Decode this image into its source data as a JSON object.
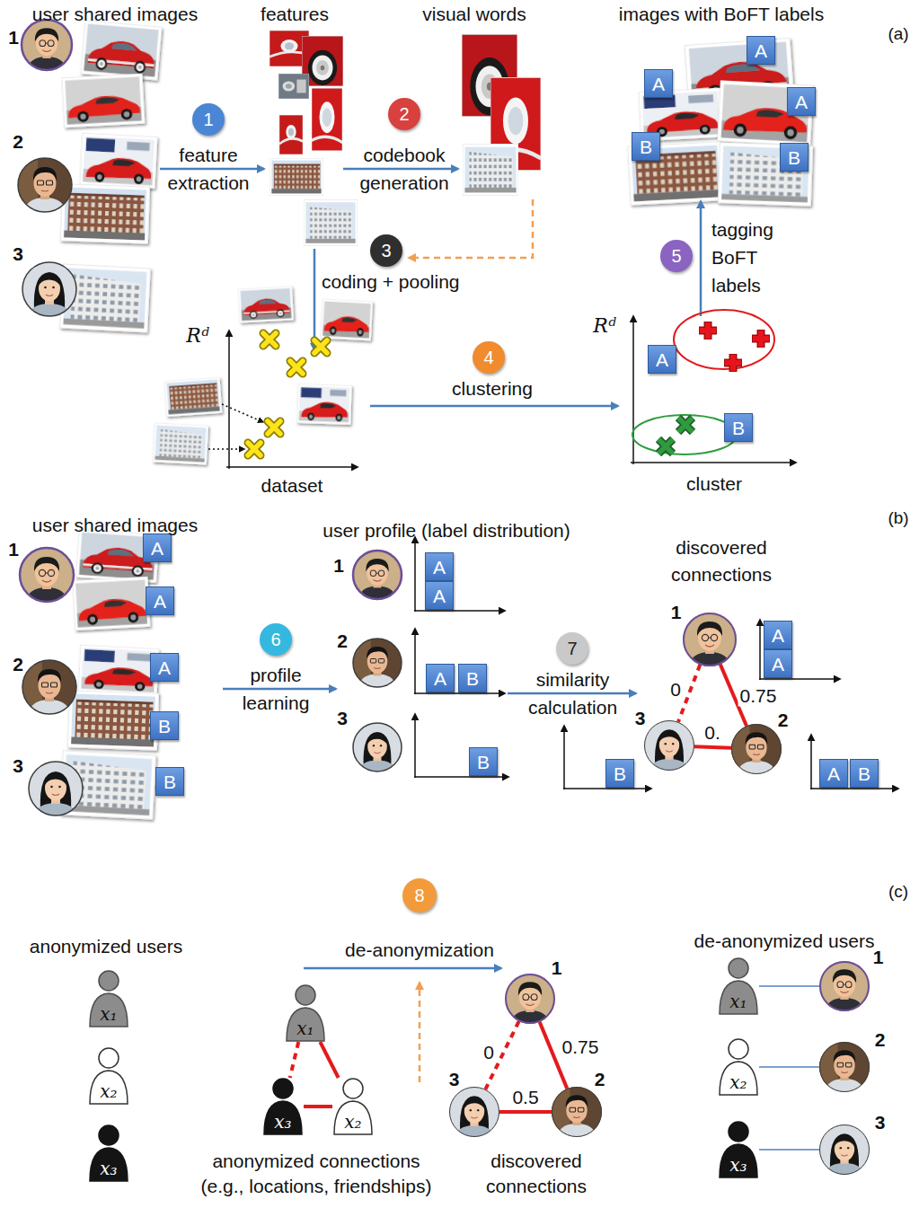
{
  "diagram": {
    "nodes": [
      {
        "text": [
          "1",
          "feature extraction"
        ]
      },
      {
        "text": [
          "2",
          "codebook generation"
        ]
      },
      {
        "text": [
          "3",
          "coding + pooling"
        ]
      },
      {
        "text": [
          "4",
          "clustering"
        ]
      },
      {
        "text": [
          "5",
          "tagging BoFT labels"
        ]
      },
      {
        "text": [
          "A"
        ]
      },
      {
        "text": [
          "A"
        ]
      },
      {
        "text": [
          "A"
        ]
      },
      {
        "text": [
          "B"
        ]
      },
      {
        "text": [
          "B"
        ]
      },
      {
        "text": [
          "A"
        ]
      },
      {
        "text": [
          "B"
        ]
      },
      {
        "text": [
          "6",
          "profile learning"
        ]
      },
      {
        "text": [
          "7",
          "similarity calculation"
        ]
      },
      {
        "text": [
          "A"
        ]
      },
      {
        "text": [
          "A"
        ]
      },
      {
        "text": [
          "A"
        ]
      },
      {
        "text": [
          "B"
        ]
      },
      {
        "text": [
          "B"
        ]
      },
      {
        "text": [
          "A"
        ]
      },
      {
        "text": [
          "A"
        ]
      },
      {
        "text": [
          "A"
        ]
      },
      {
        "text": [
          "B"
        ]
      },
      {
        "text": [
          "B"
        ]
      },
      {
        "text": [
          "1"
        ]
      },
      {
        "text": [
          "3"
        ]
      },
      {
        "text": [
          "2"
        ]
      },
      {
        "text": [
          "A"
        ]
      },
      {
        "text": [
          "A"
        ]
      },
      {
        "text": [
          "B"
        ]
      },
      {
        "text": [
          "A"
        ]
      },
      {
        "text": [
          "B"
        ]
      },
      {
        "text": [
          "8"
        ]
      },
      {
        "text": [
          "x₁"
        ]
      },
      {
        "text": [
          "x₂"
        ]
      },
      {
        "text": [
          "x₃"
        ]
      },
      {
        "text": [
          "x₁"
        ]
      },
      {
        "text": [
          "x₃"
        ]
      },
      {
        "text": [
          "x₂"
        ]
      },
      {
        "text": [
          "1"
        ]
      },
      {
        "text": [
          "3"
        ]
      },
      {
        "text": [
          "2"
        ]
      },
      {
        "text": [
          "x₁"
        ]
      },
      {
        "text": [
          "1"
        ]
      },
      {
        "text": [
          "x₂"
        ]
      },
      {
        "text": [
          "2"
        ]
      },
      {
        "text": [
          "x₃"
        ]
      },
      {
        "text": [
          "3"
        ]
      }
    ],
    "edges": [
      {
        "from": 24,
        "to": 25,
        "arrow": "none",
        "label": "0"
      },
      {
        "from": 24,
        "to": 26,
        "arrow": "none",
        "label": "0.75"
      },
      {
        "from": 25,
        "to": 26,
        "arrow": "none",
        "label": "0."
      },
      {
        "from": 36,
        "to": 37,
        "arrow": "none"
      },
      {
        "from": 36,
        "to": 38,
        "arrow": "none"
      },
      {
        "from": 37,
        "to": 38,
        "arrow": "none"
      },
      {
        "from": 39,
        "to": 40,
        "arrow": "none",
        "label": "0"
      },
      {
        "from": 39,
        "to": 41,
        "arrow": "none",
        "label": "0.75"
      },
      {
        "from": 40,
        "to": 41,
        "arrow": "none",
        "label": "0.5"
      },
      {
        "from": 42,
        "to": 43,
        "arrow": "none"
      },
      {
        "from": 44,
        "to": 45,
        "arrow": "none"
      },
      {
        "from": 46,
        "to": 47,
        "arrow": "none"
      }
    ],
    "labels": [
      "user shared images",
      "1",
      "2",
      "3",
      "features",
      "visual words",
      "images with BoFT labels",
      "(a)",
      "Rᵈ",
      "dataset",
      "Rᵈ",
      "cluster",
      "(b)",
      "user shared images",
      "1",
      "2",
      "3",
      "user profile (label distribution)",
      "1",
      "2",
      "3",
      "discovered connections",
      "(c)",
      "anonymized users",
      "de-anonymization",
      "anonymized connections (e.g., locations, friendships)",
      "discovered connections",
      "de-anonymized users"
    ]
  }
}
